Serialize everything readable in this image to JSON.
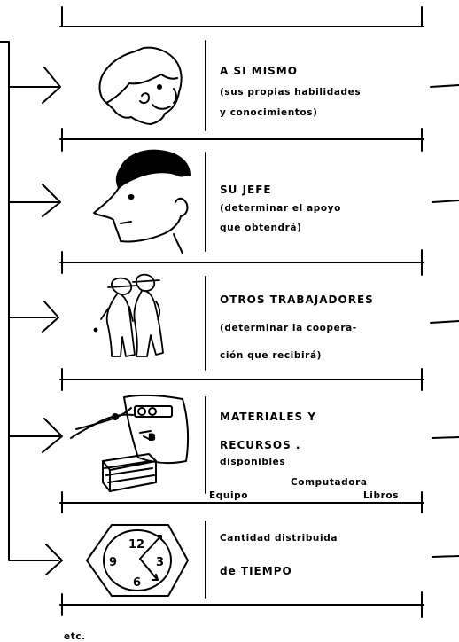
{
  "rows": [
    {
      "id": "self",
      "icon": "smiling-head-icon",
      "lines": [
        "A SI MISMO",
        "(sus propias habilidades",
        "y conocimientos)"
      ]
    },
    {
      "id": "boss",
      "icon": "boss-head-icon",
      "lines": [
        "SU JEFE",
        "(determinar el apoyo",
        "que obtendrá)"
      ]
    },
    {
      "id": "workers",
      "icon": "two-workers-icon",
      "lines": [
        "OTROS TRABAJADORES",
        "(determinar la coopera-",
        "ción que recibirá)"
      ]
    },
    {
      "id": "materials",
      "icon": "computer-and-books-icon",
      "lines": [
        "MATERIALES Y",
        "RECURSOS .",
        "disponibles"
      ],
      "extra": {
        "computer": "Computadora",
        "equipment": "Equipo",
        "books": "Libros"
      }
    },
    {
      "id": "time",
      "icon": "clock-icon",
      "lines": [
        "Cantidad distribuida",
        "de TIEMPO"
      ],
      "clock_numbers": [
        "12",
        "3",
        "6",
        "9"
      ]
    }
  ],
  "footer": {
    "text": "etc."
  }
}
